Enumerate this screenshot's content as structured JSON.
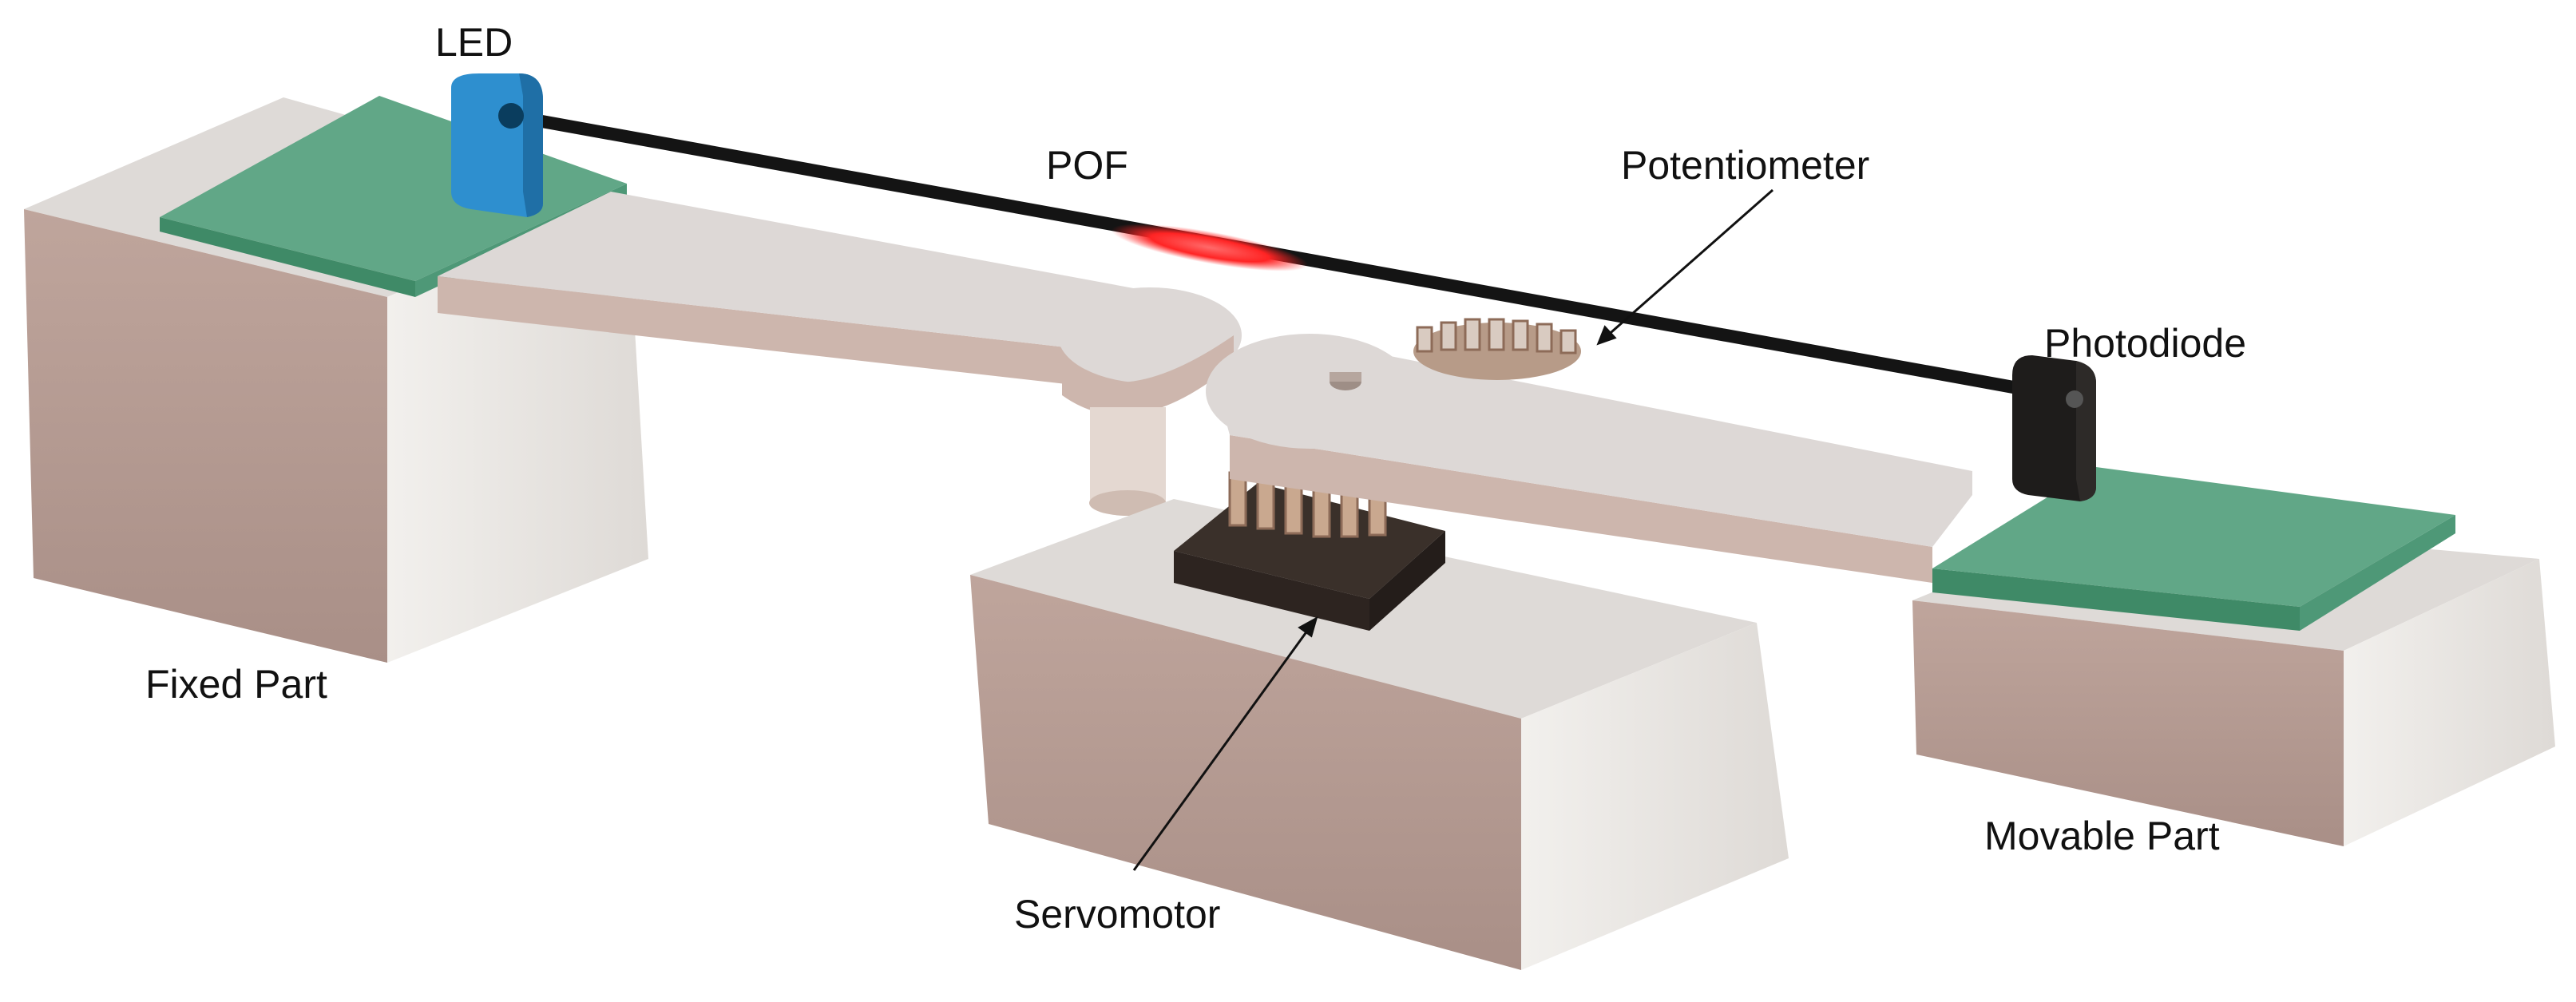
{
  "labels": {
    "led": "LED",
    "pof": "POF",
    "potentiometer": "Potentiometer",
    "photodiode": "Photodiode",
    "fixed_part": "Fixed Part",
    "movable_part": "Movable Part",
    "servomotor": "Servomotor"
  },
  "colors": {
    "block_front": "#b49a92",
    "block_top": "#dedad7",
    "block_side": "#eceae6",
    "arm_top": "#ddd8d6",
    "arm_side": "#cdb6ad",
    "green_top": "#61a787",
    "green_side": "#3f8a67",
    "led_blue": "#2e8fcf",
    "fiber": "#141414",
    "fiber_highlight": "#ff2a2a",
    "photodiode": "#1e1c1b",
    "servo": "#2d2420",
    "gear": "#c9a88f"
  },
  "icons": {
    "led": "led-emitter",
    "photodiode": "photodiode-receiver",
    "potentiometer": "gear-potentiometer",
    "servomotor": "servo-motor"
  }
}
